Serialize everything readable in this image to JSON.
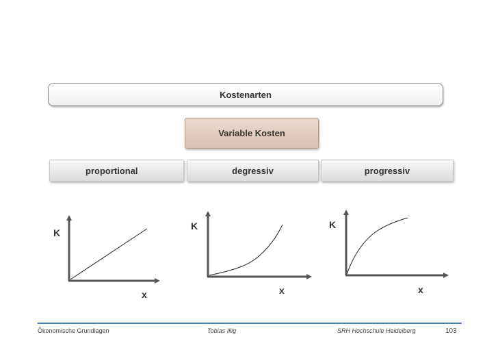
{
  "title": "Kostenarten",
  "subtitle": "Variable Kosten",
  "categories": [
    "proportional",
    "degressiv",
    "progressiv"
  ],
  "graphs": [
    {
      "ylabel": "K",
      "xlabel": "x",
      "curve": "linear"
    },
    {
      "ylabel": "K",
      "xlabel": "x",
      "curve": "convex"
    },
    {
      "ylabel": "K",
      "xlabel": "x",
      "curve": "concave"
    }
  ],
  "footer": {
    "left": "Ökonomische Grundlagen",
    "middle": "Tobias Illig",
    "right": "SRH Hochschule Heidelberg",
    "page": "103"
  },
  "colors": {
    "subtitle_fill": "#e3cbbd",
    "footer_line": "#4a7cc0",
    "axis": "#555555"
  }
}
